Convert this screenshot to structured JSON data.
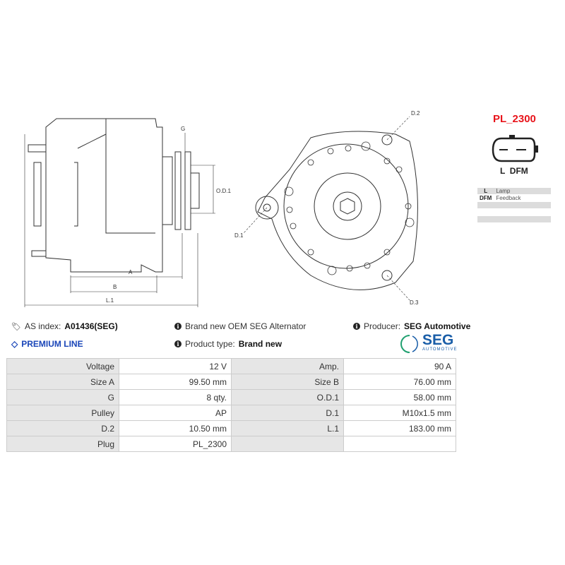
{
  "drawing": {
    "labels": {
      "g": "G",
      "od1": "O.D.1",
      "a": "A",
      "b": "B",
      "l1": "L.1",
      "d1": "D.1",
      "d2": "D.2",
      "d3": "D.3"
    }
  },
  "plug": {
    "title": "PL_2300",
    "terminals": "L  DFM",
    "pins": [
      {
        "key": "L",
        "desc": "Lamp"
      },
      {
        "key": "DFM",
        "desc": "Feedback"
      },
      {
        "key": "",
        "desc": ""
      },
      {
        "key": "",
        "desc": ""
      },
      {
        "key": "",
        "desc": ""
      }
    ],
    "title_color": "#e8141b"
  },
  "info": {
    "as_index_label": "AS index:",
    "as_index_value": "A01436(SEG)",
    "premium": "PREMIUM LINE",
    "oem": "Brand new OEM SEG Alternator",
    "type_label": "Product type:",
    "type_value": "Brand new",
    "producer_label": "Producer:",
    "producer_value": "SEG Automotive",
    "logo": {
      "name": "SEG",
      "sub": "AUTOMOTIVE",
      "color": "#1a5ea8",
      "accent": "#20a070"
    },
    "premium_color": "#1a46b8"
  },
  "specs": [
    [
      "Voltage",
      "12 V",
      "Amp.",
      "90 A"
    ],
    [
      "Size A",
      "99.50 mm",
      "Size B",
      "76.00 mm"
    ],
    [
      "G",
      "8 qty.",
      "O.D.1",
      "58.00 mm"
    ],
    [
      "Pulley",
      "AP",
      "D.1",
      "M10x1.5 mm"
    ],
    [
      "D.2",
      "10.50 mm",
      "L.1",
      "183.00 mm"
    ],
    [
      "Plug",
      "PL_2300",
      "",
      ""
    ]
  ]
}
